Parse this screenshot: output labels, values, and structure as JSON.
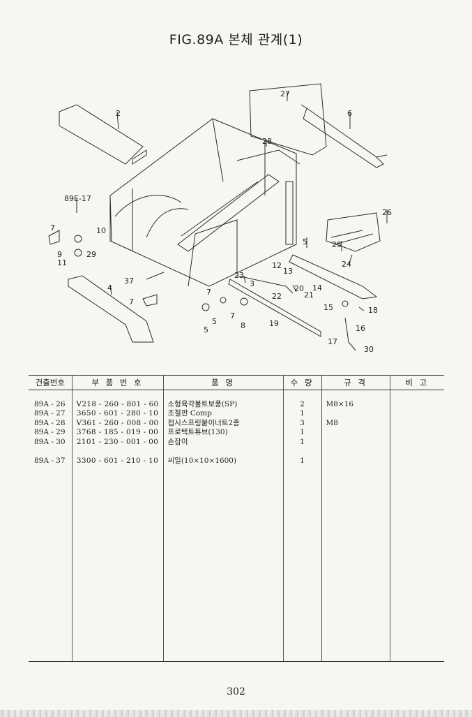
{
  "title": "FIG.89A 본체 관계(1)",
  "diagram": {
    "callouts": [
      "27",
      "2",
      "6",
      "28",
      "89E-17",
      "26",
      "7",
      "10",
      "25",
      "5",
      "24",
      "9",
      "29",
      "12",
      "13",
      "11",
      "23",
      "37",
      "3",
      "4",
      "20",
      "14",
      "21",
      "22",
      "7",
      "7",
      "15",
      "18",
      "5",
      "7",
      "8",
      "19",
      "16",
      "5",
      "17",
      "30"
    ]
  },
  "table": {
    "headers": [
      "건출번호",
      "부 품 번 호",
      "품 명",
      "수 량",
      "규 격",
      "비 고"
    ],
    "rows": [
      {
        "no": "89A - 26",
        "part": "V218 - 260 - 801 - 60",
        "name": "소형육각볼트보풍(SP)",
        "qty": "2",
        "spec": "M8×16",
        "note": ""
      },
      {
        "no": "89A - 27",
        "part": "3650 - 601 - 280 - 10",
        "name": "조절판 Comp",
        "qty": "1",
        "spec": "",
        "note": ""
      },
      {
        "no": "89A - 28",
        "part": "V361 - 260 - 008 - 00",
        "name": "접시스프링붙이너트2종",
        "qty": "3",
        "spec": "M8",
        "note": ""
      },
      {
        "no": "89A - 29",
        "part": "3768 - 185 - 019 - 00",
        "name": "프로텍트튜브(130)",
        "qty": "1",
        "spec": "",
        "note": ""
      },
      {
        "no": "89A - 30",
        "part": "2101 - 230 - 001 - 00",
        "name": "손잡이",
        "qty": "1",
        "spec": "",
        "note": ""
      },
      {
        "no": "",
        "part": "",
        "name": "",
        "qty": "",
        "spec": "",
        "note": ""
      },
      {
        "no": "89A - 37",
        "part": "3300 - 601 - 210 - 10",
        "name": "씨일(10×10×1600)",
        "qty": "1",
        "spec": "",
        "note": ""
      }
    ]
  },
  "page_number": "302"
}
